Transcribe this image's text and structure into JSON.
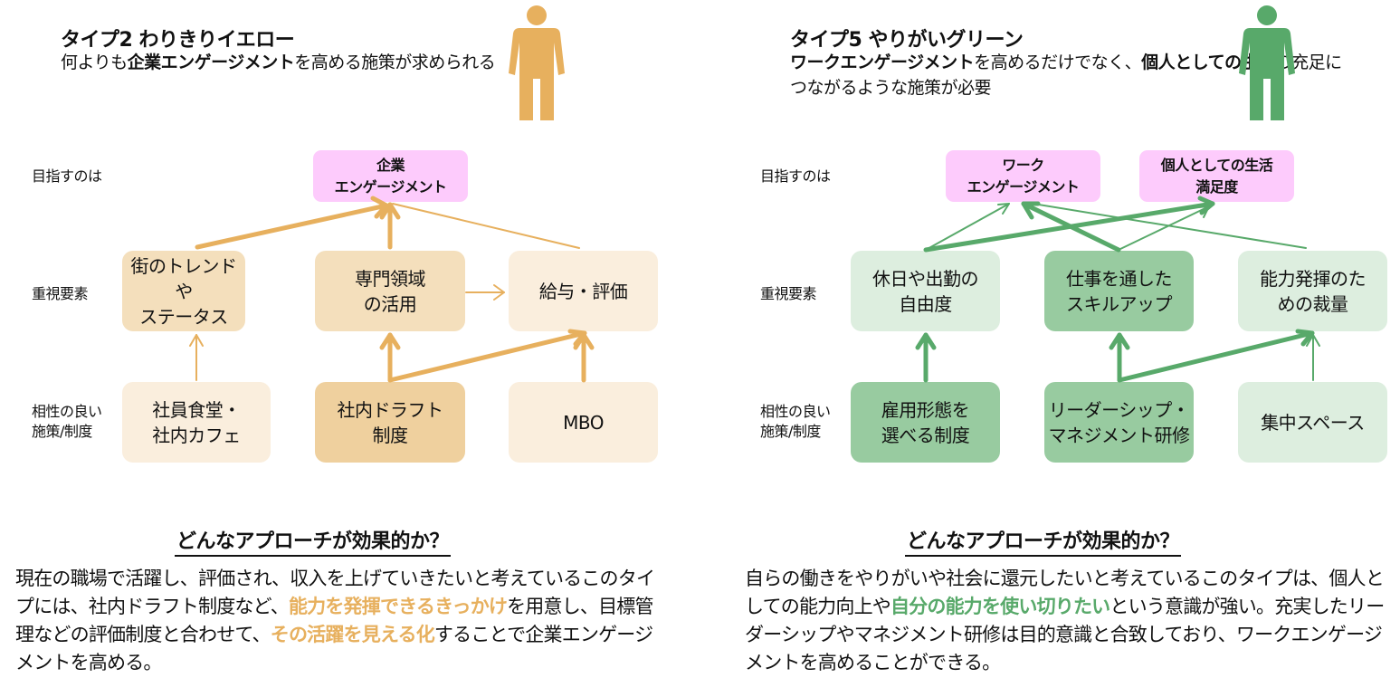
{
  "colors": {
    "yellow_accent": "#e7b05e",
    "green_accent": "#58a96a",
    "goal_bg": "#fdcbfc",
    "yellow_dark": "#efd09e",
    "yellow_mid": "#f4dfbc",
    "yellow_light": "#faeedd",
    "green_dark": "#98cba0",
    "green_light": "#ddeedf"
  },
  "row_labels": {
    "goal": "目指すのは",
    "factors": "重視要素",
    "measures": "相性の良い\n施策/制度"
  },
  "panels": [
    {
      "id": "type2",
      "title": "タイプ2 わりきりイエロー",
      "subtitle_parts": [
        {
          "text": "何よりも",
          "bold": false
        },
        {
          "text": "企業エンゲージメント",
          "bold": true
        },
        {
          "text": "を高める施策が求められる",
          "bold": false
        }
      ],
      "person_icon": "person-icon-yellow",
      "goals": [
        "企業\nエンゲージメント"
      ],
      "factors": [
        "街のトレンドや\nステータス",
        "専門領域\nの活用",
        "給与・評価"
      ],
      "measures": [
        "社員食堂・\n社内カフェ",
        "社内ドラフト\n制度",
        "MBO"
      ],
      "approach_heading": "どんなアプローチが効果的か？",
      "approach_parts": [
        {
          "text": "現在の職場で活躍し、評価され、収入を上げていきたいと考えているこのタイプには、社内ドラフト制度など、",
          "hl": false
        },
        {
          "text": "能力を発揮できるきっかけ",
          "hl": true
        },
        {
          "text": "を用意し、目標管理などの評価制度と合わせて、",
          "hl": false
        },
        {
          "text": "その活躍を見える化",
          "hl": true
        },
        {
          "text": "することで企業エンゲージメントを高める。",
          "hl": false
        }
      ]
    },
    {
      "id": "type5",
      "title": "タイプ5 やりがいグリーン",
      "subtitle_parts": [
        {
          "text": "ワークエンゲージメント",
          "bold": true
        },
        {
          "text": "を高めるだけでなく、",
          "bold": false
        },
        {
          "text": "個人としての生活",
          "bold": true
        },
        {
          "text": "の充足につながるような施策が必要",
          "bold": false
        }
      ],
      "person_icon": "person-icon-green",
      "goals": [
        "ワーク\nエンゲージメント",
        "個人としての生活\n満足度"
      ],
      "factors": [
        "休日や出勤の\n自由度",
        "仕事を通した\nスキルアップ",
        "能力発揮のた\nめの裁量"
      ],
      "measures": [
        "雇用形態を\n選べる制度",
        "リーダーシップ・\nマネジメント研修",
        "集中スペース"
      ],
      "approach_heading": "どんなアプローチが効果的か？",
      "approach_parts": [
        {
          "text": "自らの働きをやりがいや社会に還元したいと考えているこのタイプは、個人としての能力向上や",
          "hl": false
        },
        {
          "text": "自分の能力を使い切りたい",
          "hl": true
        },
        {
          "text": "という意識が強い。充実したリーダーシップやマネジメント研修は目的意識と合致しており、ワークエンゲージメントを高めることができる。",
          "hl": false
        }
      ]
    }
  ]
}
